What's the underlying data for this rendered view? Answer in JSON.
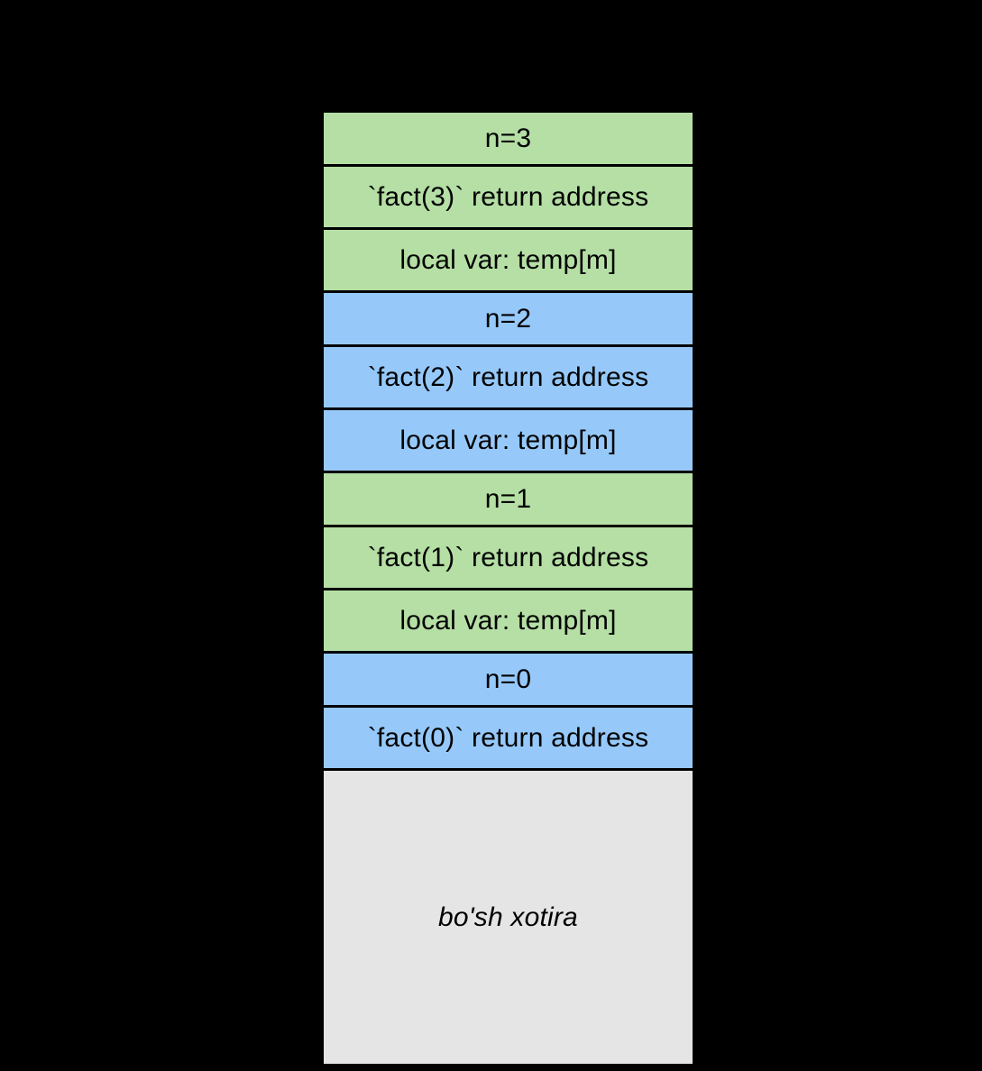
{
  "colors": {
    "frame_green": "#b5dfa5",
    "frame_blue": "#96c9fa",
    "free_gray": "#e5e5e5",
    "border": "#000000",
    "background": "#000000",
    "text": "#000000"
  },
  "rows": [
    {
      "label": "n=3",
      "type": "param",
      "color": "frame_green"
    },
    {
      "label": "`fact(3)` return address",
      "type": "return_address",
      "color": "frame_green"
    },
    {
      "label": "local var: temp[m]",
      "type": "local_var",
      "color": "frame_green"
    },
    {
      "label": "n=2",
      "type": "param",
      "color": "frame_blue"
    },
    {
      "label": "`fact(2)` return address",
      "type": "return_address",
      "color": "frame_blue"
    },
    {
      "label": "local var: temp[m]",
      "type": "local_var",
      "color": "frame_blue"
    },
    {
      "label": "n=1",
      "type": "param",
      "color": "frame_green"
    },
    {
      "label": "`fact(1)` return address",
      "type": "return_address",
      "color": "frame_green"
    },
    {
      "label": "local var: temp[m]",
      "type": "local_var",
      "color": "frame_green"
    },
    {
      "label": "n=0",
      "type": "param",
      "color": "frame_blue"
    },
    {
      "label": "`fact(0)` return address",
      "type": "return_address",
      "color": "frame_blue"
    },
    {
      "label": "bo'sh xotira",
      "type": "free_memory",
      "color": "free_gray"
    }
  ]
}
